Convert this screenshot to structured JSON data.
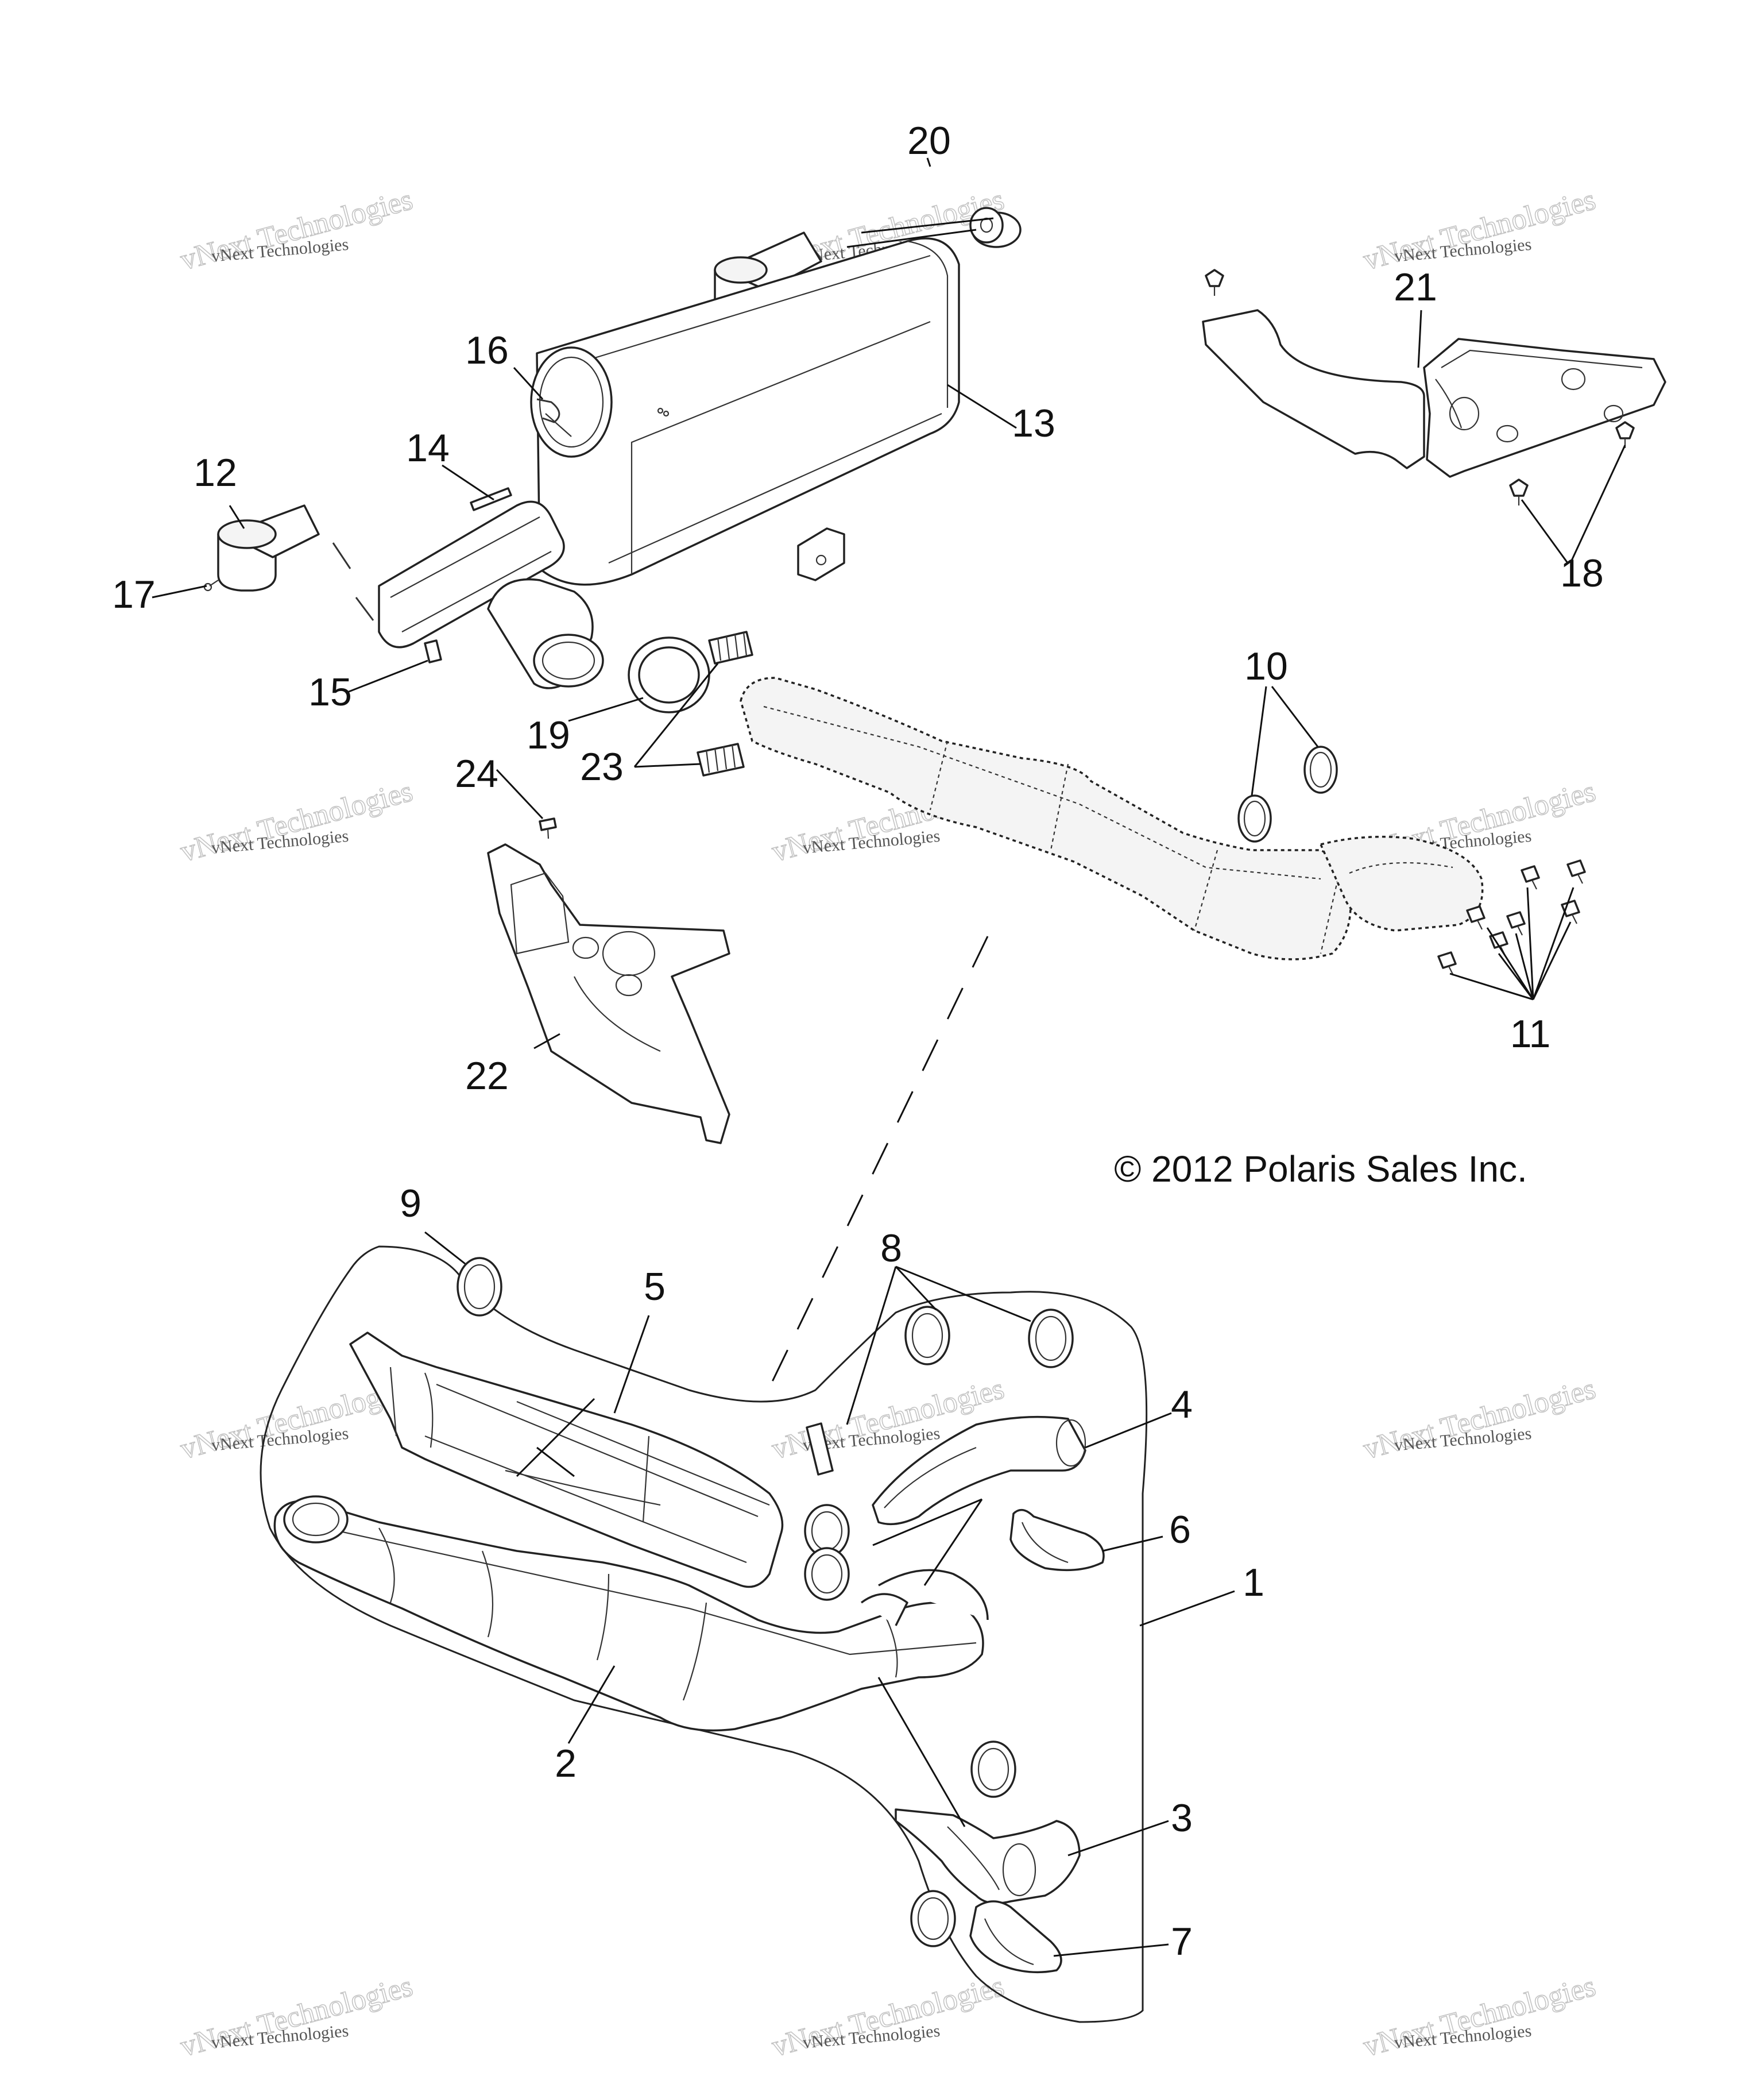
{
  "labels": {
    "l1": "1",
    "l2": "2",
    "l3": "3",
    "l4": "4",
    "l5": "5",
    "l6": "6",
    "l7": "7",
    "l8": "8",
    "l9": "9",
    "l10": "10",
    "l11": "11",
    "l12": "12",
    "l13": "13",
    "l14": "14",
    "l15": "15",
    "l16": "16",
    "l17": "17",
    "l18": "18",
    "l19": "19",
    "l20": "20",
    "l21": "21",
    "l22": "22",
    "l23": "23",
    "l24": "24"
  },
  "copyright": "© 2012 Polaris Sales Inc.",
  "watermark": {
    "big": "vNext Technologies",
    "small": "vNext Technologies"
  }
}
